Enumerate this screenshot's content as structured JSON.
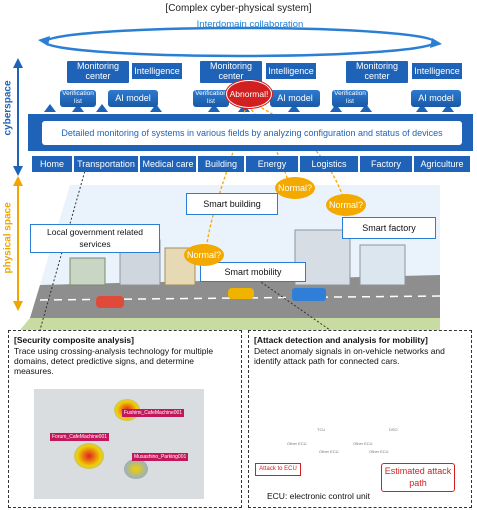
{
  "title": "[Complex cyber-physical system]",
  "collaboration": "Interdomain collaboration",
  "side_labels": {
    "cyber": "cyberspace",
    "physical": "physical space"
  },
  "centers": [
    {
      "monitoring": "Monitoring center",
      "intelligence": "Intelligence",
      "verification": "Verification list",
      "ai_model": "AI model"
    },
    {
      "monitoring": "Monitoring center",
      "intelligence": "Intelligence",
      "verification": "Verification list",
      "ai_model": "AI model"
    },
    {
      "monitoring": "Monitoring center",
      "intelligence": "Intelligence",
      "verification": "Verification list",
      "ai_model": "AI model"
    }
  ],
  "abnormal": "Abnormal!",
  "monitoring_band": "Detailed monitoring of systems in various fields by analyzing configuration and status of devices",
  "fields": [
    "Home",
    "Transportation",
    "Medical care",
    "Building",
    "Energy",
    "Logistics",
    "Factory",
    "Agriculture"
  ],
  "physical": {
    "smart_building": "Smart building",
    "smart_factory": "Smart factory",
    "smart_mobility": "Smart mobility",
    "local_gov": "Local government related services",
    "normal": "Normal?"
  },
  "security_box": {
    "title": "[Security composite analysis]",
    "text": "Trace using crossing-analysis technology for multiple domains, detect predictive signs, and determine measures.",
    "map_labels": [
      "Fushimi_CafeMachine001",
      "Forum_CafeMachine001",
      "Musashino_Parking001"
    ]
  },
  "attack_box": {
    "title": "[Attack detection and analysis for mobility]",
    "text": "Detect anomaly signals in on-vehicle networks and identify attack path for connected cars.",
    "attack_to_ecu": "Attack to ECU",
    "estimated": "Estimated attack path",
    "footnote": "ECU: electronic control unit",
    "car_labels": [
      "TCU",
      "Other ECU",
      "Other ECU",
      "Other ECU",
      "Other ECU",
      "DSO"
    ]
  },
  "colors": {
    "primary": "#1f63b8",
    "accent": "#2a7fd4",
    "abnormal": "#d21f1f",
    "normal": "#f4a900",
    "physical_arrow": "#f0a500"
  }
}
